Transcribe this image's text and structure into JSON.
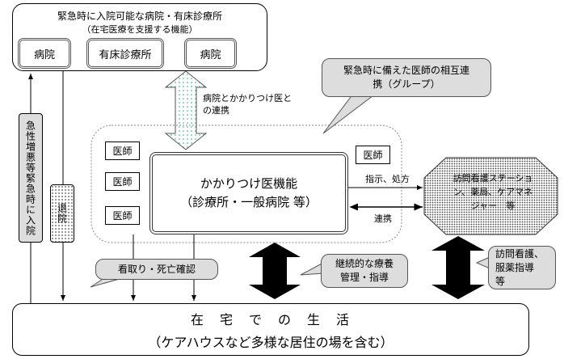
{
  "hospital_group": {
    "title": "緊急時に入院可能な病院・有床診療所",
    "subtitle": "（在宅医療を支援する機能）",
    "items": [
      "病院",
      "有床診療所",
      "病院"
    ]
  },
  "left_boxes": {
    "admission": "急性増悪等緊急時に入院",
    "discharge": "退院"
  },
  "hospital_link_label": [
    "病院とかかりつけ医と",
    "の連携"
  ],
  "group_callout": [
    "緊急時に備えた医師の相互連",
    "携（グループ）"
  ],
  "doctors": [
    "医師",
    "医師",
    "医師",
    "医師"
  ],
  "main": {
    "title": "かかりつけ医機能",
    "subtitle": "（診療所・一般病院 等）"
  },
  "instruction_label": "指示、処方",
  "cooperation_label": "連携",
  "services": [
    "訪問看護ステーショ",
    "ン、薬局、ケアマネ",
    "ジャー　等"
  ],
  "mitori_callout": "看取り・死亡確認",
  "care_callout": [
    "継続的な療養",
    "管理・指導"
  ],
  "nursing_callout": [
    "訪問看護、",
    "服薬指導",
    "等"
  ],
  "home": {
    "title": "在　宅　で　の　生　活",
    "subtitle": "（ケアハウスなど多様な居住の場を含む）"
  }
}
